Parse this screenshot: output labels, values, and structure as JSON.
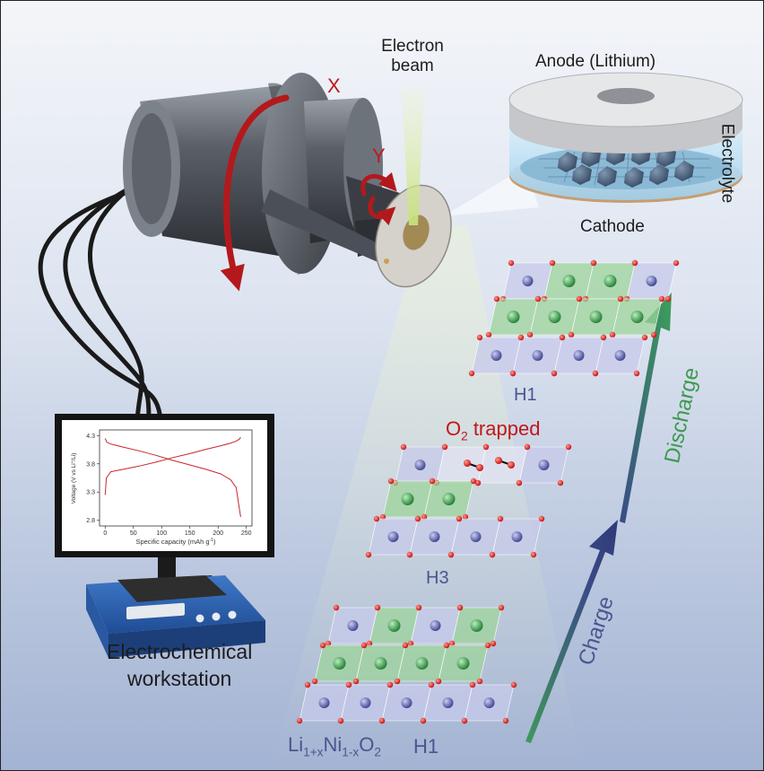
{
  "labels": {
    "electron_beam_line1": "Electron",
    "electron_beam_line2": "beam",
    "anode": "Anode (Lithium)",
    "electrolyte": "Electrolyte",
    "cathode": "Cathode",
    "axis_x": "X",
    "axis_y": "Y",
    "o2_prefix": "O",
    "o2_sub": "2",
    "o2_suffix": " trapped",
    "phase_h1_top": "H1",
    "phase_h3": "H3",
    "phase_h1_bottom": "H1",
    "formula_li": "Li",
    "formula_li_sub": "1+x",
    "formula_ni": "Ni",
    "formula_ni_sub": "1-x",
    "formula_o": "O",
    "formula_o_sub": "2",
    "charge": "Charge",
    "discharge": "Discharge",
    "workstation_line1": "Electrochemical",
    "workstation_line2": "workstation"
  },
  "chart_data": {
    "type": "line",
    "xlabel": "Specific capacity (mAh g",
    "xlabel_sup": "-1",
    "xlabel_end": ")",
    "ylabel": "Voltage (V vs Li",
    "ylabel_sup": "+",
    "ylabel_end": "/Li)",
    "xlim": [
      -10,
      260
    ],
    "ylim": [
      2.7,
      4.4
    ],
    "x_ticks": [
      "0",
      "50",
      "100",
      "150",
      "200",
      "250"
    ],
    "x_tick_values": [
      0,
      50,
      100,
      150,
      200,
      250
    ],
    "y_ticks": [
      "2.8",
      "3.3",
      "3.8",
      "4.3"
    ],
    "y_tick_values": [
      2.8,
      3.3,
      3.8,
      4.3
    ],
    "series": [
      {
        "x": [
          0,
          2,
          10,
          30,
          60,
          90,
          120,
          150,
          180,
          205,
          220,
          232,
          238,
          240
        ],
        "y": [
          3.25,
          3.55,
          3.66,
          3.7,
          3.76,
          3.83,
          3.91,
          3.98,
          4.06,
          4.12,
          4.16,
          4.2,
          4.24,
          4.27
        ]
      },
      {
        "x": [
          0,
          3,
          10,
          30,
          60,
          90,
          120,
          150,
          180,
          205,
          222,
          232,
          237,
          240
        ],
        "y": [
          4.25,
          4.18,
          4.15,
          4.1,
          4.03,
          3.95,
          3.86,
          3.78,
          3.7,
          3.62,
          3.52,
          3.38,
          3.05,
          2.86
        ]
      }
    ],
    "colors": {
      "line": "#c8262c"
    }
  }
}
